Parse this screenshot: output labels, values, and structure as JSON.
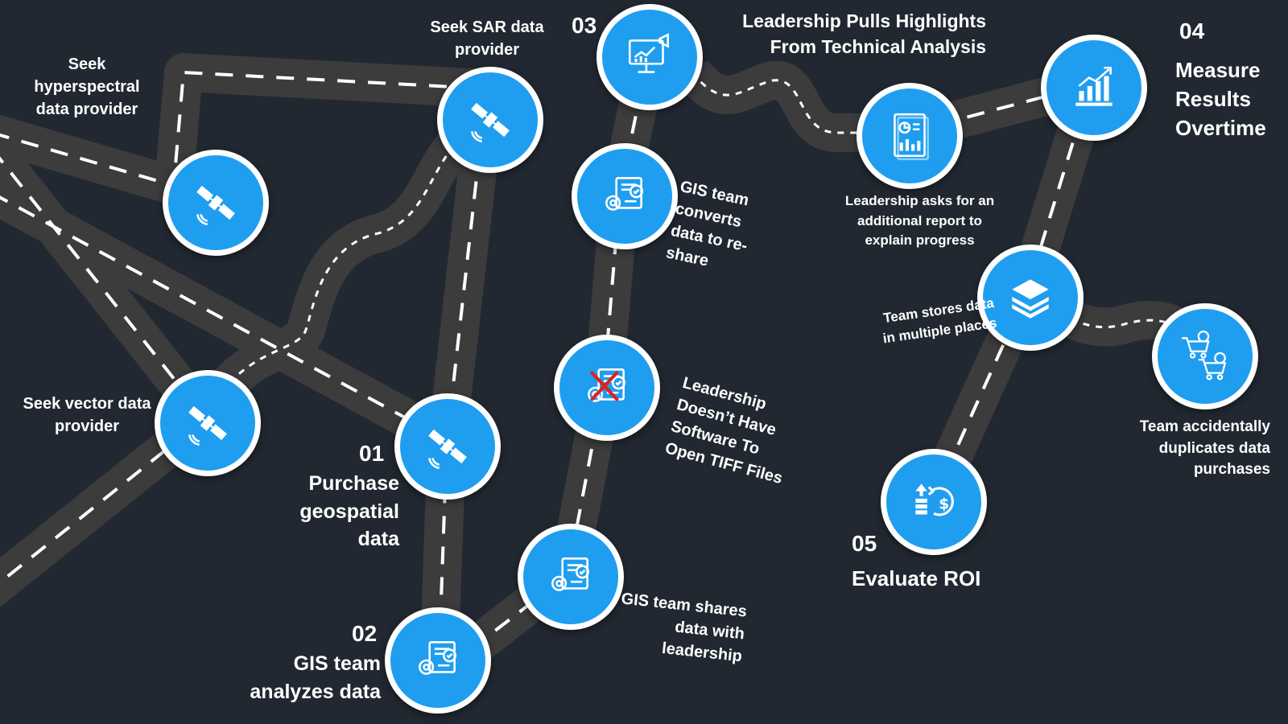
{
  "colors": {
    "background": "#222831",
    "road": "#3c3c3c",
    "node_fill": "#1f9ef0",
    "node_border": "#ffffff",
    "text": "#ffffff",
    "cross": "#e02020"
  },
  "steps": [
    {
      "number": "01",
      "label": "Purchase geospatial data"
    },
    {
      "number": "02",
      "label": "GIS team analyzes data"
    },
    {
      "number": "03",
      "label": "Leadership Pulls Highlights From Technical Analysis"
    },
    {
      "number": "04",
      "label": "Measure Results Overtime"
    },
    {
      "number": "05",
      "label": "Evaluate ROI"
    }
  ],
  "side_notes": {
    "hyperspectral": "Seek hyperspectral data provider",
    "sar": "Seek SAR data provider",
    "vector": "Seek vector data provider",
    "converts": "GIS team converts data to re-share",
    "no_software": "Leadership Doesn’t Have Software To Open TIFF Files",
    "shares": "GIS team shares data with leadership",
    "additional_report": "Leadership asks for an additional report to explain progress",
    "stores": "Team stores data in multiple places",
    "duplicates": "Team accidentally duplicates data purchases"
  },
  "icons": {
    "hyperspectral": "satellite-icon",
    "sar": "satellite-icon",
    "vector": "satellite-icon",
    "purchase": "satellite-icon",
    "analyze": "data-analysis-gear-icon",
    "shares": "data-analysis-gear-icon",
    "no_software": "data-analysis-gear-crossed-icon",
    "converts": "data-analysis-gear-icon",
    "highlights": "presentation-monitor-icon",
    "report": "report-document-icon",
    "measure": "growth-chart-icon",
    "stores": "layers-icon",
    "duplicates": "shopping-carts-icon",
    "roi": "money-return-icon"
  }
}
